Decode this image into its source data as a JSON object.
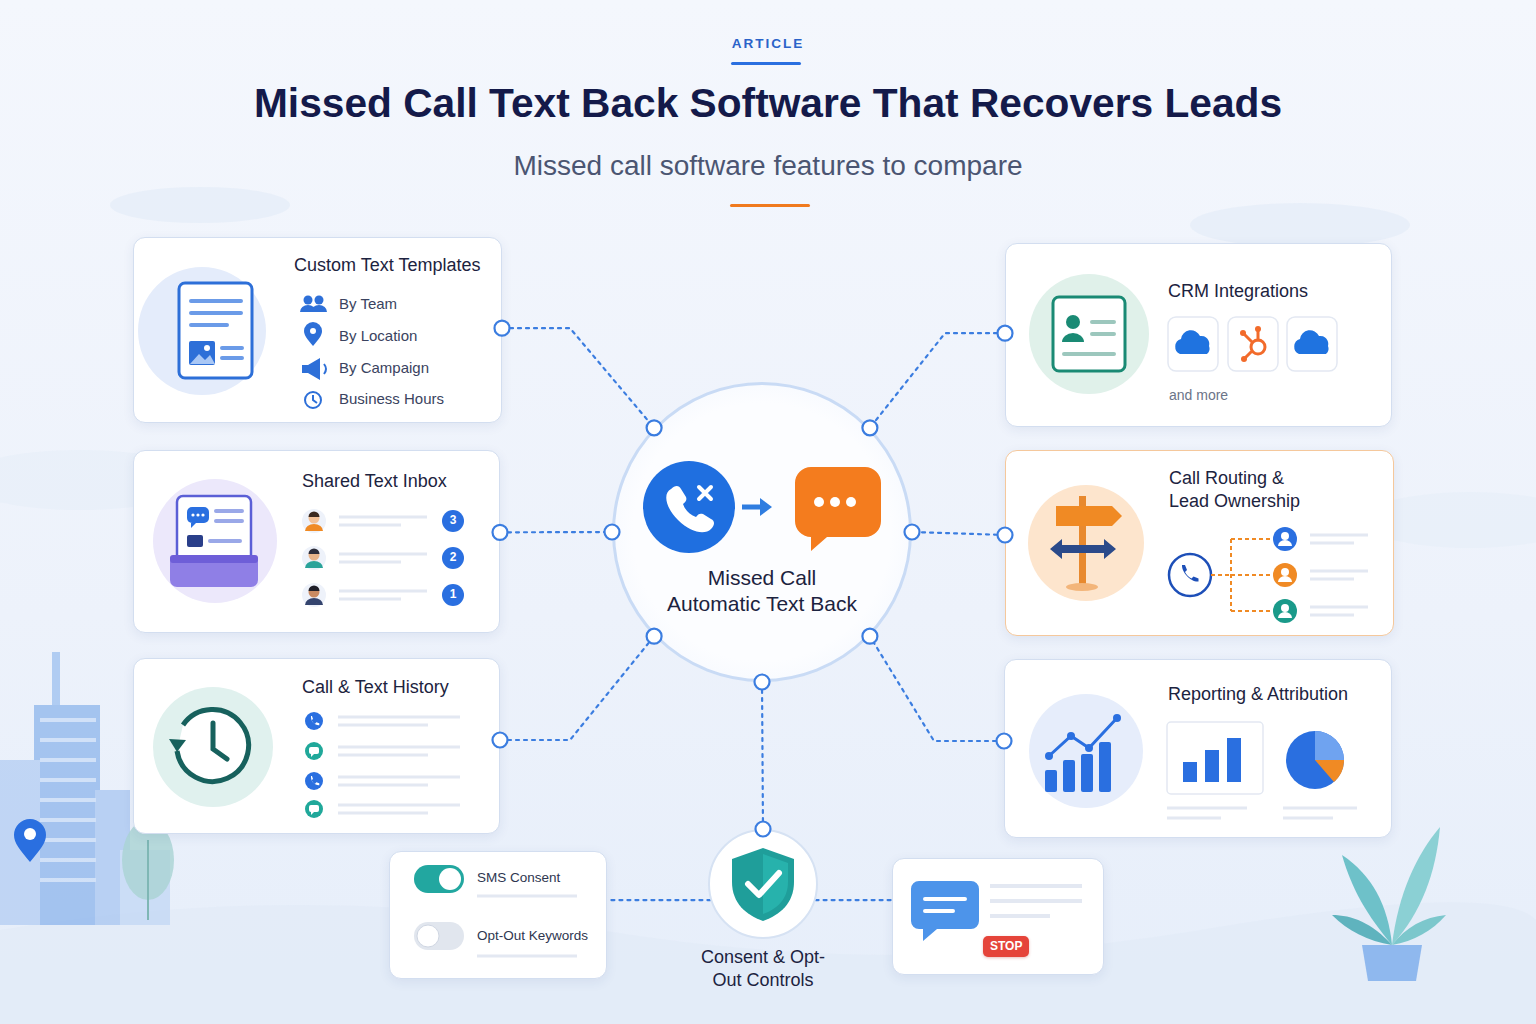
{
  "diagram": {
    "title": "Missed Call Text Back Software That Recovers Leads",
    "caption": "Missed call software features to compare",
    "nodes": [
      {
        "text": [
          "Missed Call Automatic Text Back"
        ]
      },
      {
        "text": [
          "Custom Text Templates",
          "By Team",
          "By Location",
          "By Campaign",
          "Business Hours"
        ]
      },
      {
        "text": [
          "Shared Text Inbox",
          "3",
          "2",
          "1"
        ]
      },
      {
        "text": [
          "Call & Text History"
        ]
      },
      {
        "text": [
          "CRM Integrations",
          "and more"
        ]
      },
      {
        "text": [
          "Call Routing & Lead Ownership"
        ]
      },
      {
        "text": [
          "Reporting & Attribution"
        ]
      },
      {
        "text": [
          "Consent & Opt-Out Controls"
        ]
      },
      {
        "text": [
          "SMS Consent",
          "Opt-Out Keywords"
        ]
      },
      {
        "text": [
          "STOP"
        ]
      }
    ],
    "edges": [
      {
        "from": 1,
        "to": 0,
        "arrow": "none"
      },
      {
        "from": 2,
        "to": 0,
        "arrow": "none"
      },
      {
        "from": 3,
        "to": 0,
        "arrow": "none"
      },
      {
        "from": 4,
        "to": 0,
        "arrow": "none"
      },
      {
        "from": 5,
        "to": 0,
        "arrow": "none"
      },
      {
        "from": 6,
        "to": 0,
        "arrow": "none"
      },
      {
        "from": 0,
        "to": 7,
        "arrow": "none"
      },
      {
        "from": 7,
        "to": 8,
        "arrow": "none"
      },
      {
        "from": 7,
        "to": 9,
        "arrow": "none"
      }
    ],
    "labels": [
      "ARTICLE"
    ]
  }
}
